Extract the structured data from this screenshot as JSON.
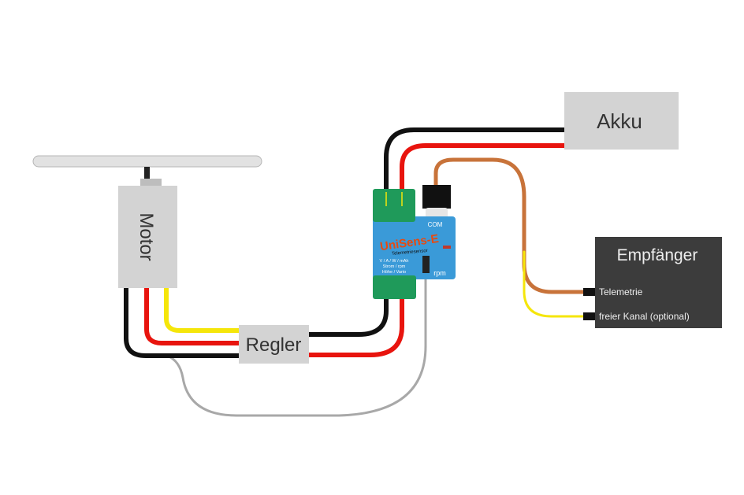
{
  "components": {
    "motor": "Motor",
    "regler": "Regler",
    "akku": "Akku",
    "empfaenger": {
      "title": "Empfänger",
      "port_telemetry": "Telemetrie",
      "port_channel": "freier Kanal (optional)"
    },
    "sensor": {
      "name": "UniSens-E",
      "subtitle": "Telemetriesensor",
      "line1": "V / A / W / mAh",
      "line2": "Strom / rpm",
      "line3": "Höhe / Vario",
      "com_label": "COM",
      "rpm_label": "rpm"
    }
  },
  "colors": {
    "wire_black": "#111111",
    "wire_red": "#e8140e",
    "wire_yellow": "#f5e60a",
    "wire_orange": "#c8733a",
    "wire_grey": "#a8a8a8",
    "box_grey": "#d3d3d3",
    "receiver": "#3c3c3c",
    "sensor_blue": "#3a9ad8",
    "connector_green": "#1f9a5a"
  }
}
